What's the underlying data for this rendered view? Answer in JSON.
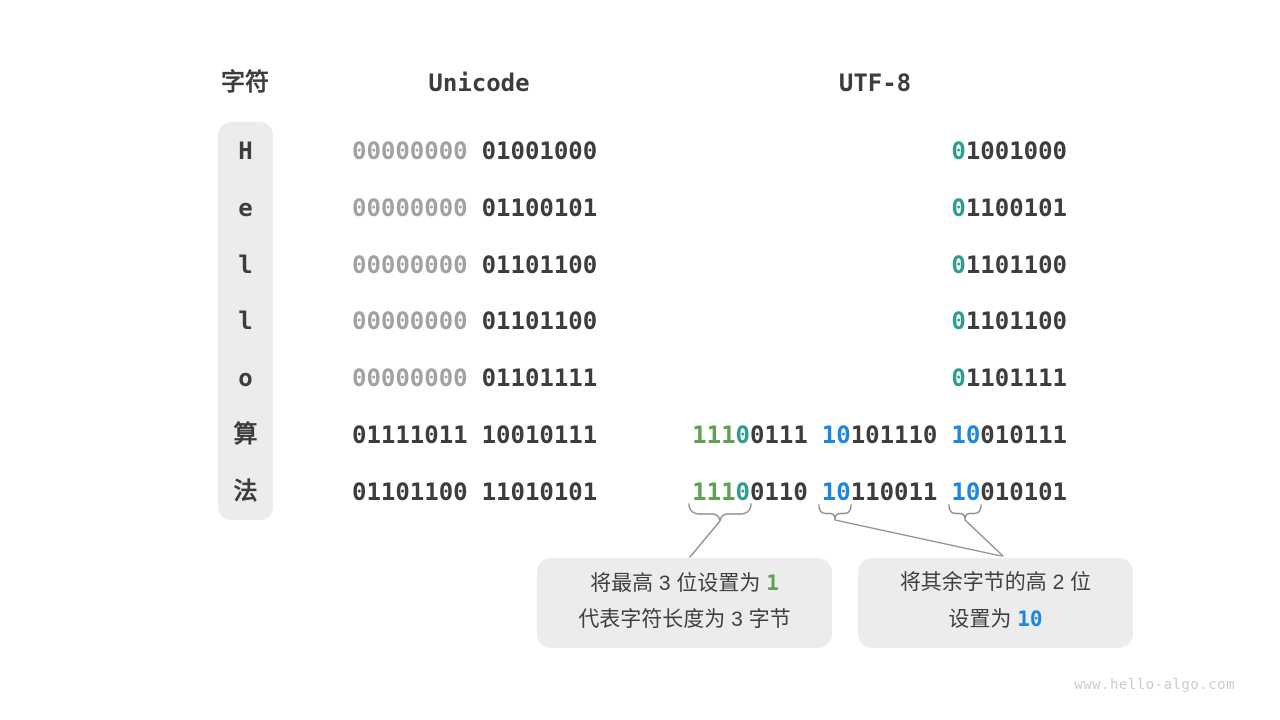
{
  "headers": {
    "char": "字符",
    "unicode": "Unicode",
    "utf8": "UTF-8"
  },
  "rows": [
    {
      "char": "H",
      "u1": "00000000",
      "u2": "01001000",
      "lead": "0",
      "rest": "1001000"
    },
    {
      "char": "e",
      "u1": "00000000",
      "u2": "01100101",
      "lead": "0",
      "rest": "1100101"
    },
    {
      "char": "l",
      "u1": "00000000",
      "u2": "01101100",
      "lead": "0",
      "rest": "1101100"
    },
    {
      "char": "l",
      "u1": "00000000",
      "u2": "01101100",
      "lead": "0",
      "rest": "1101100"
    },
    {
      "char": "o",
      "u1": "00000000",
      "u2": "01101111",
      "lead": "0",
      "rest": "1101111"
    },
    {
      "char": "算",
      "u1": "01111011",
      "u2": "10010111",
      "b1a": "111",
      "b1b": "0",
      "b1c": "0111",
      "b2a": "10",
      "b2b": "101110",
      "b3a": "10",
      "b3b": "010111"
    },
    {
      "char": "法",
      "u1": "01101100",
      "u2": "11010101",
      "b1a": "111",
      "b1b": "0",
      "b1c": "0110",
      "b2a": "10",
      "b2b": "110011",
      "b3a": "10",
      "b3b": "010101"
    }
  ],
  "annotations": {
    "left": {
      "line1_text": "将最高 3 位设置为 ",
      "line1_highlight": "1",
      "line2_text": "代表字符长度为 3 字节"
    },
    "right": {
      "line1_text": "将其余字节的高 2 位",
      "line2_text": "设置为 ",
      "line2_highlight": "10"
    }
  },
  "watermark": "www.hello-algo.com",
  "colors": {
    "text_dark": "#3d3d3d",
    "bits_gray": "#a2a2a2",
    "prefix_teal": "#2f9e8f",
    "prefix_green": "#5fa052",
    "prefix_blue": "#1b87e0",
    "pill_background": "#ececec",
    "note_background": "#ececec",
    "brace_line": "#8f8f8f",
    "watermark_gray": "#cbcbcb"
  }
}
